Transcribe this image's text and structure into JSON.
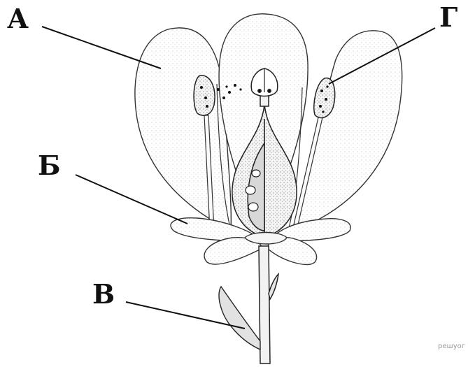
{
  "labels": {
    "a": "А",
    "b": "Б",
    "v": "В",
    "g": "Г"
  },
  "watermark": "решуог"
}
